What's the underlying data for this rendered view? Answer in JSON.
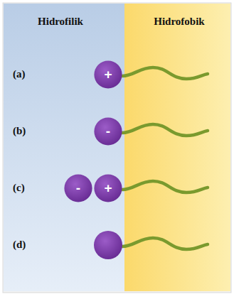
{
  "diagram": {
    "nodes": [
      {
        "text": [
          "+"
        ]
      },
      {
        "text": [
          "-"
        ]
      },
      {
        "text": [
          "-"
        ]
      },
      {
        "text": [
          "+"
        ]
      }
    ],
    "labels": [
      "Hidrofilik",
      "Hidrofobik",
      "(a)",
      "(b)",
      "(c)",
      "(d)"
    ]
  }
}
